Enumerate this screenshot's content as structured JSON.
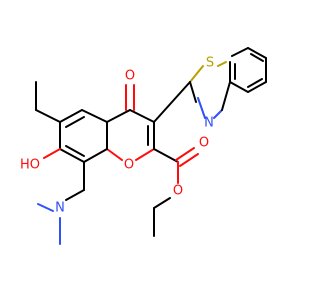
{
  "molecule": {
    "atoms": {
      "o_keto": {
        "label": "O",
        "color": "#ff0d0d"
      },
      "s_thiazole": {
        "label": "S",
        "color": "#b8a000"
      },
      "n_thiazole": {
        "label": "N",
        "color": "#3050f8"
      },
      "oh": {
        "label": "HO",
        "color": "#ff0d0d"
      },
      "o_ring": {
        "label": "O",
        "color": "#ff0d0d"
      },
      "o_carbonyl": {
        "label": "O",
        "color": "#ff0d0d"
      },
      "o_ester": {
        "label": "O",
        "color": "#ff0d0d"
      },
      "n_amine": {
        "label": "N",
        "color": "#3050f8"
      }
    }
  }
}
